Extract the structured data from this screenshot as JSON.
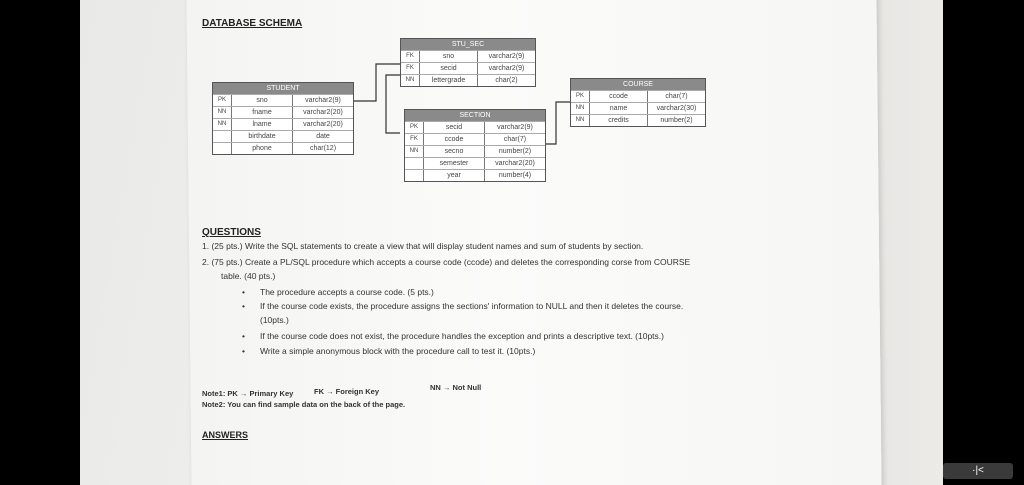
{
  "schema_title": "DATABASE SCHEMA",
  "tables": {
    "student": {
      "name": "STUDENT",
      "rows": [
        {
          "key": "PK",
          "name": "sno",
          "type": "varchar2(9)"
        },
        {
          "key": "NN",
          "name": "fname",
          "type": "varchar2(20)"
        },
        {
          "key": "NN",
          "name": "lname",
          "type": "varchar2(20)"
        },
        {
          "key": "",
          "name": "birthdate",
          "type": "date"
        },
        {
          "key": "",
          "name": "phone",
          "type": "char(12)"
        }
      ]
    },
    "stu_sec": {
      "name": "STU_SEC",
      "rows": [
        {
          "key": "FK",
          "name": "sno",
          "type": "varchar2(9)"
        },
        {
          "key": "FK",
          "name": "secid",
          "type": "varchar2(9)"
        },
        {
          "key": "NN",
          "name": "lettergrade",
          "type": "char(2)"
        }
      ]
    },
    "section": {
      "name": "SECTION",
      "rows": [
        {
          "key": "PK",
          "name": "secid",
          "type": "varchar2(9)"
        },
        {
          "key": "FK",
          "name": "ccode",
          "type": "char(7)"
        },
        {
          "key": "NN",
          "name": "secno",
          "type": "number(2)"
        },
        {
          "key": "",
          "name": "semester",
          "type": "varchar2(20)"
        },
        {
          "key": "",
          "name": "year",
          "type": "number(4)"
        }
      ]
    },
    "course": {
      "name": "COURSE",
      "rows": [
        {
          "key": "PK",
          "name": "ccode",
          "type": "char(7)"
        },
        {
          "key": "NN",
          "name": "name",
          "type": "varchar2(30)"
        },
        {
          "key": "NN",
          "name": "credits",
          "type": "number(2)"
        }
      ]
    }
  },
  "questions_title": "QUESTIONS",
  "q1": "1.   (25 pts.) Write the SQL statements to create a view that will display student names and sum of students by section.",
  "q2_line1": "2.   (75 pts.) Create a PL/SQL procedure which accepts a course code (ccode) and deletes the corresponding corse from COURSE",
  "q2_line2": "table. (40 pts.)",
  "bullets": [
    "The procedure accepts a course code. (5 pts.)",
    "If the course code exists, the procedure assigns the sections' information to NULL and then it deletes the course.",
    "(10pts.)",
    "If the course code does not exist, the procedure handles the exception and prints a descriptive text. (10pts.)",
    "Write a simple anonymous block with the procedure call to test it. (10pts.)"
  ],
  "note1_a": "Note1: PK → Primary Key",
  "note1_b": "FK → Foreign Key",
  "note1_c": "NN → Not Null",
  "note2": "Note2: You can find sample data on the back of the page.",
  "answers_title": "ANSWERS",
  "nav_icon": "·|<"
}
